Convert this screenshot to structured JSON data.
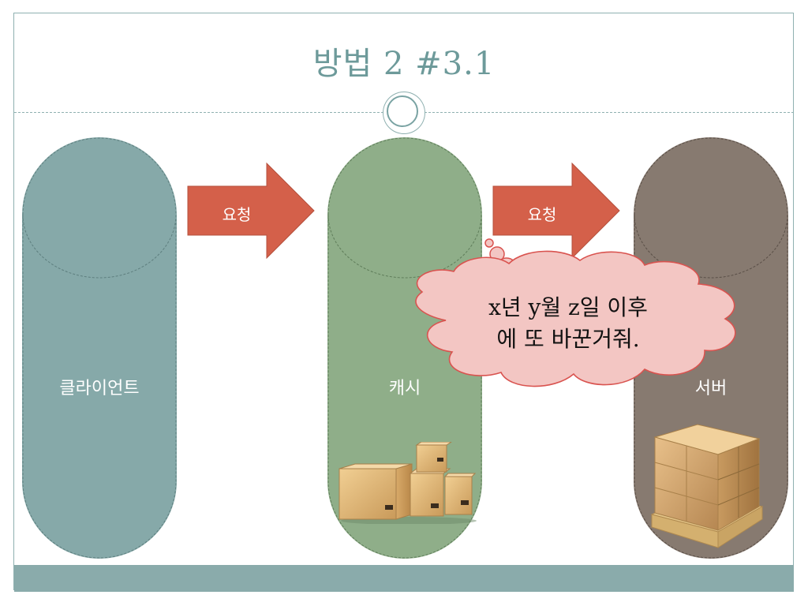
{
  "slide": {
    "title": "방법 2 #3.1"
  },
  "pillars": [
    {
      "label": "클라이언트",
      "color": "#86a9a9"
    },
    {
      "label": "캐시",
      "color": "#8fae89"
    },
    {
      "label": "서버",
      "color": "#877a70"
    }
  ],
  "arrows": [
    {
      "label": "요청",
      "color": "#d4604a"
    },
    {
      "label": "요청",
      "color": "#d4604a"
    }
  ],
  "callout": {
    "line1": "x년 y월 z일 이후",
    "line2": "에 또 바꾼거줘.",
    "fill": "#f3c6c3",
    "stroke": "#d9534f"
  },
  "colors": {
    "accent": "#6d9a9a",
    "footer": "#8aabab"
  },
  "images": {
    "cache": "small-stack-of-cardboard-boxes",
    "server": "pallet-of-cardboard-boxes"
  }
}
